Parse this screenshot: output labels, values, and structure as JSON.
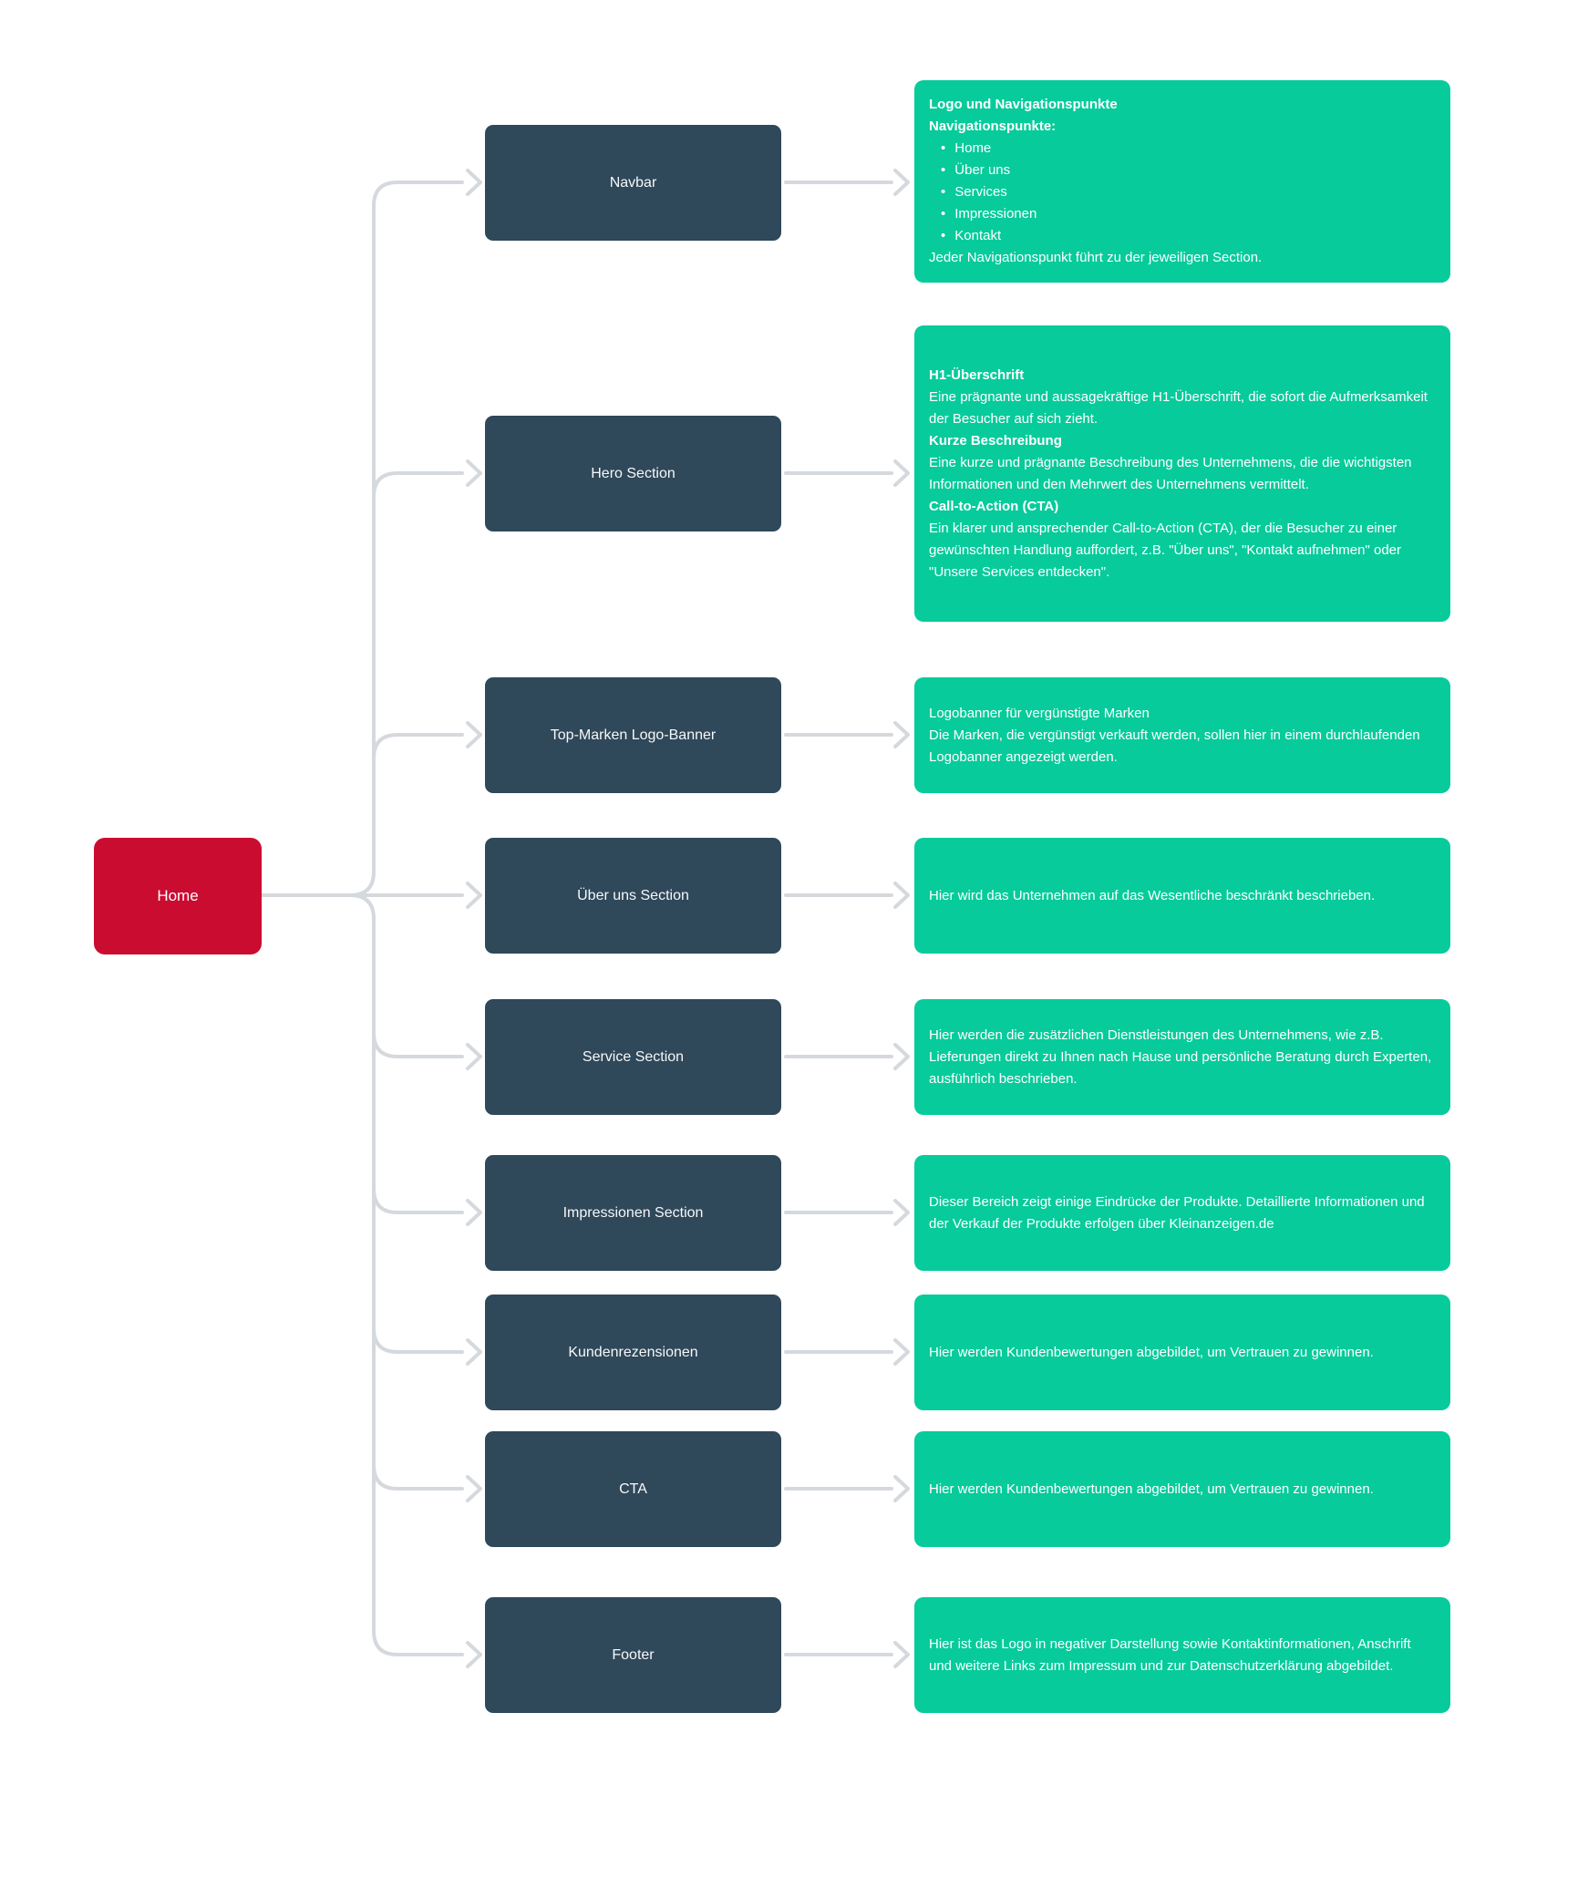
{
  "colors": {
    "background": "#FFFFFF",
    "section_node": "#2F485A",
    "note": "#07CB9B",
    "root_node": "#CB0C31",
    "connector": "#D5D9DE"
  },
  "root": {
    "label": "Home"
  },
  "rows": [
    {
      "id": "navbar",
      "label": "Navbar",
      "note": {
        "blocks": [
          {
            "type": "bold",
            "text": "Logo und Navigationspunkte"
          },
          {
            "type": "bold",
            "text": "Navigationspunkte:"
          },
          {
            "type": "bullets",
            "items": [
              "Home",
              "Über uns",
              "Services",
              "Impressionen",
              "Kontakt"
            ]
          },
          {
            "type": "line",
            "text": "Jeder Navigationspunkt führt zu der jeweiligen Section."
          }
        ]
      }
    },
    {
      "id": "hero-section",
      "label": "Hero Section",
      "note": {
        "blocks": [
          {
            "type": "bold",
            "text": "H1-Überschrift"
          },
          {
            "type": "line",
            "text": "Eine prägnante und aussagekräftige H1-Überschrift, die sofort die Aufmerksamkeit der Besucher auf sich zieht."
          },
          {
            "type": "bold",
            "text": "Kurze Beschreibung"
          },
          {
            "type": "line",
            "text": "Eine kurze und prägnante Beschreibung des Unternehmens, die die wichtigsten Informationen und den Mehrwert des Unternehmens vermittelt."
          },
          {
            "type": "bold",
            "text": "Call-to-Action (CTA)"
          },
          {
            "type": "line",
            "text": "Ein klarer und ansprechender Call-to-Action (CTA), der die Besucher zu einer gewünschten Handlung auffordert, z.B. \"Über uns\", \"Kontakt aufnehmen\" oder \"Unsere Services entdecken\"."
          }
        ]
      }
    },
    {
      "id": "top-marken-logo-banner",
      "label": "Top-Marken Logo-Banner",
      "note": {
        "blocks": [
          {
            "type": "line",
            "text": "Logobanner für vergünstigte Marken"
          },
          {
            "type": "line",
            "text": "Die Marken, die vergünstigt verkauft werden, sollen hier in einem durchlaufenden Logobanner angezeigt werden."
          }
        ]
      }
    },
    {
      "id": "ueber-uns-section",
      "label": "Über uns Section",
      "note": {
        "blocks": [
          {
            "type": "line",
            "text": "Hier wird das Unternehmen auf das Wesentliche beschränkt beschrieben."
          }
        ]
      }
    },
    {
      "id": "service-section",
      "label": "Service Section",
      "note": {
        "blocks": [
          {
            "type": "line",
            "text": "Hier werden die zusätzlichen Dienstleistungen des Unternehmens, wie z.B. Lieferungen direkt zu Ihnen nach Hause und persönliche Beratung durch Experten, ausführlich beschrieben."
          }
        ]
      }
    },
    {
      "id": "impressionen-section",
      "label": "Impressionen Section",
      "note": {
        "blocks": [
          {
            "type": "line",
            "text": "Dieser Bereich zeigt einige Eindrücke der Produkte. Detaillierte Informationen und der Verkauf der Produkte erfolgen über Kleinanzeigen.de"
          }
        ]
      }
    },
    {
      "id": "kundenrezensionen",
      "label": "Kundenrezensionen",
      "note": {
        "blocks": [
          {
            "type": "line",
            "text": "Hier werden Kundenbewertungen abgebildet, um Vertrauen zu gewinnen."
          }
        ]
      }
    },
    {
      "id": "cta",
      "label": "CTA",
      "note": {
        "blocks": [
          {
            "type": "line",
            "text": "Hier werden Kundenbewertungen abgebildet, um Vertrauen zu gewinnen."
          }
        ]
      }
    },
    {
      "id": "footer",
      "label": "Footer",
      "note": {
        "blocks": [
          {
            "type": "line",
            "text": "Hier ist das Logo in negativer Darstellung sowie Kontaktinformationen, Anschrift und weitere Links zum Impressum und zur Datenschutzerklärung abgebildet."
          }
        ]
      }
    }
  ]
}
